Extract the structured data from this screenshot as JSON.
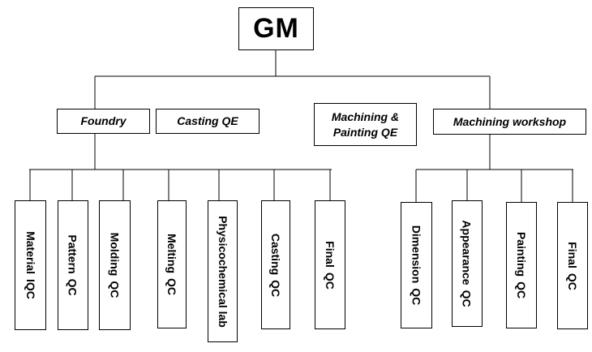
{
  "root": {
    "label": "GM"
  },
  "departments": {
    "foundry": "Foundry",
    "casting_qe": "Casting QE",
    "machining_painting_qe_line1": "Machining &",
    "machining_painting_qe_line2": "Painting QE",
    "machining_workshop": "Machining workshop"
  },
  "foundry_units": [
    {
      "word1": "Material",
      "word2": "IQC"
    },
    {
      "word1": "Pattern",
      "word2": "QC"
    },
    {
      "word1": "Molding",
      "word2": "QC"
    },
    {
      "word1": "Melting",
      "word2": "QC"
    },
    {
      "word1": "Physicochemical lab",
      "word2": ""
    },
    {
      "word1": "Casting",
      "word2": "QC"
    },
    {
      "word1": "Final",
      "word2": "QC"
    }
  ],
  "workshop_units": [
    {
      "word1": "Dimension",
      "word2": "QC"
    },
    {
      "word1": "Appearance",
      "word2": "QC"
    },
    {
      "word1": "Painting",
      "word2": "QC"
    },
    {
      "word1": "Final",
      "word2": "QC"
    }
  ]
}
